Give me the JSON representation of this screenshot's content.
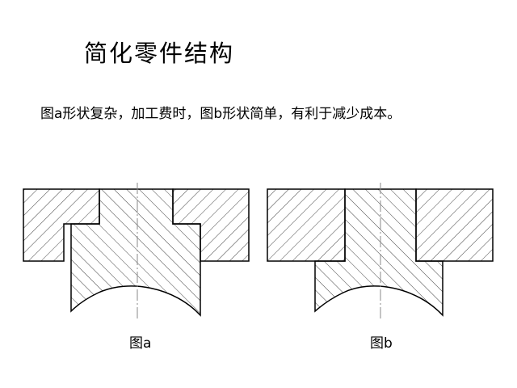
{
  "slide": {
    "title": "简化零件结构",
    "description": "图a形状复杂，加工费时，图b形状简单，有利于减少成本。"
  },
  "figures": [
    {
      "id": "a",
      "label": "图a"
    },
    {
      "id": "b",
      "label": "图b"
    }
  ]
}
